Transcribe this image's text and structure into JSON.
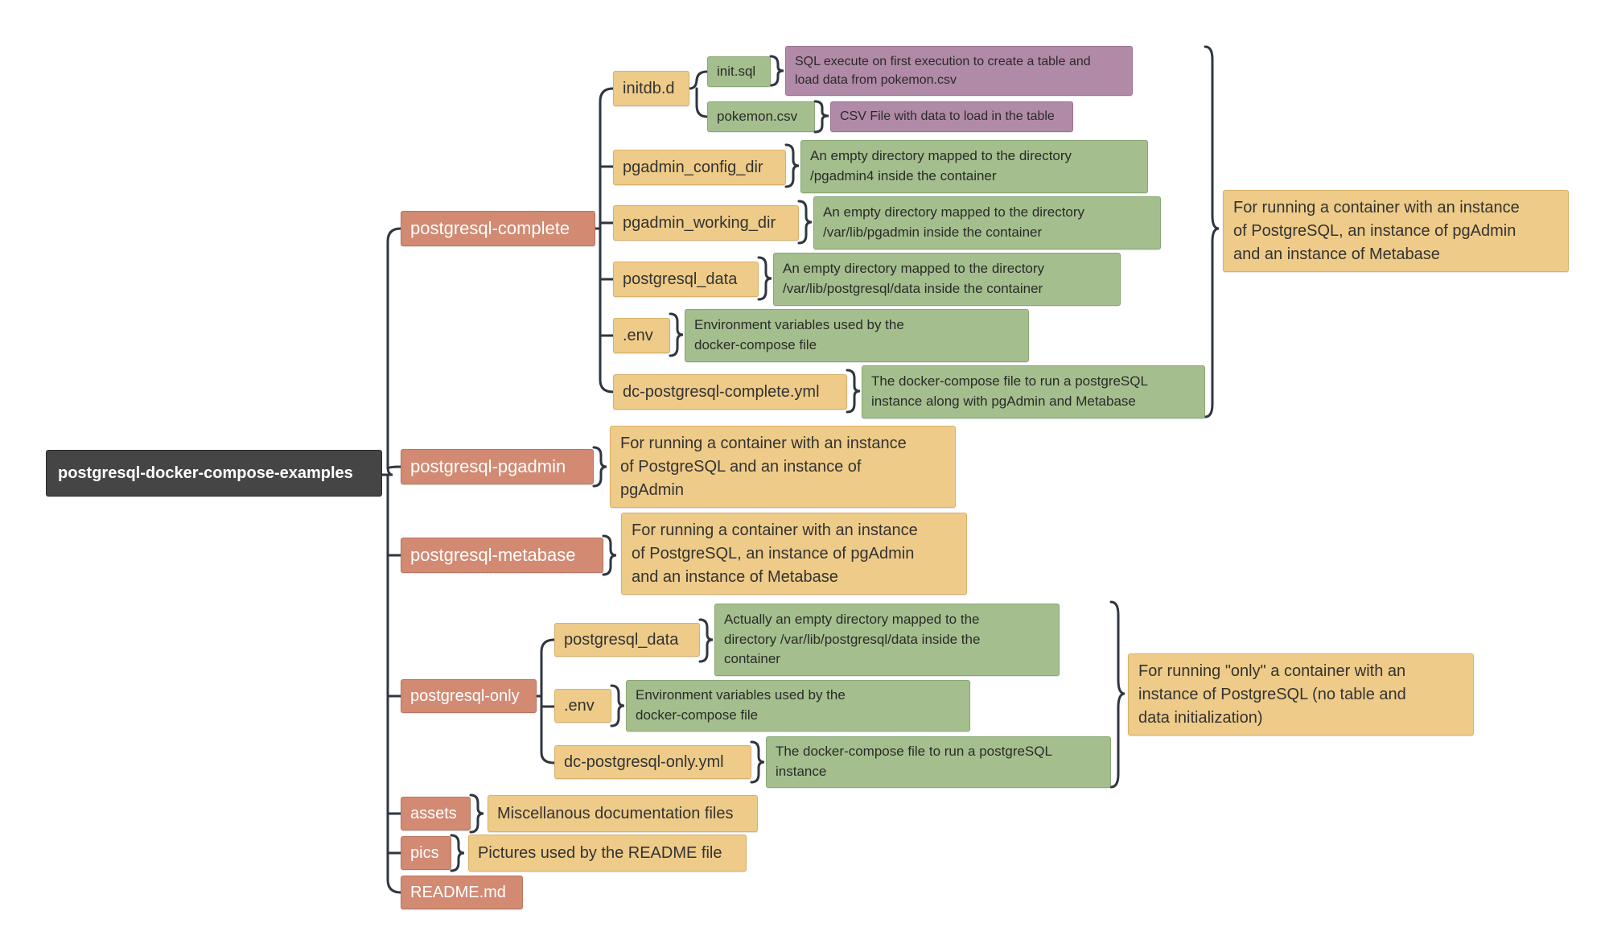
{
  "root": {
    "label": "postgresql-docker-compose-examples"
  },
  "complete": {
    "label": "postgresql-complete",
    "summary": "For running a container with an instance\nof PostgreSQL, an instance of pgAdmin\nand an instance of Metabase",
    "initdb": {
      "label": "initdb.d",
      "init_sql": {
        "label": "init.sql",
        "desc": "SQL execute on first execution to create a table and\nload data from pokemon.csv"
      },
      "pokemon_csv": {
        "label": "pokemon.csv",
        "desc": "CSV File with data to load in the table"
      }
    },
    "pgadmin_config_dir": {
      "label": "pgadmin_config_dir",
      "desc": "An empty directory mapped to the directory\n/pgadmin4 inside the container"
    },
    "pgadmin_working_dir": {
      "label": "pgadmin_working_dir",
      "desc": "An empty directory mapped to the directory\n/var/lib/pgadmin inside the container"
    },
    "postgresql_data": {
      "label": "postgresql_data",
      "desc": "An empty directory mapped to the directory\n/var/lib/postgresql/data inside the container"
    },
    "env": {
      "label": ".env",
      "desc": "Environment variables used by the\ndocker-compose file"
    },
    "yml": {
      "label": "dc-postgresql-complete.yml",
      "desc": "The docker-compose file to run a postgreSQL\ninstance along with pgAdmin and Metabase"
    }
  },
  "pgadmin": {
    "label": "postgresql-pgadmin",
    "desc": "For running a container with an instance\nof PostgreSQL and an instance of\npgAdmin"
  },
  "metabase": {
    "label": "postgresql-metabase",
    "desc": "For running a container with an instance\nof PostgreSQL, an instance of pgAdmin\nand an instance of Metabase"
  },
  "only": {
    "label": "postgresql-only",
    "summary": "For running \"only\" a container with an\ninstance of PostgreSQL (no table and\ndata initialization)",
    "postgresql_data": {
      "label": "postgresql_data",
      "desc": "Actually an empty directory mapped to the\ndirectory /var/lib/postgresql/data inside the\ncontainer"
    },
    "env": {
      "label": ".env",
      "desc": "Environment variables used by the\ndocker-compose file"
    },
    "yml": {
      "label": "dc-postgresql-only.yml",
      "desc": "The docker-compose file to run a postgreSQL\ninstance"
    }
  },
  "assets": {
    "label": "assets",
    "desc": "Miscellanous documentation files"
  },
  "pics": {
    "label": "pics",
    "desc": "Pictures used by the README file"
  },
  "readme": {
    "label": "README.md"
  },
  "colors": {
    "root": "#454545",
    "project": "#d28a73",
    "folder": "#eecb88",
    "description": "#a4bf8d",
    "file_note": "#b18aa8",
    "connector": "#2f3640"
  }
}
